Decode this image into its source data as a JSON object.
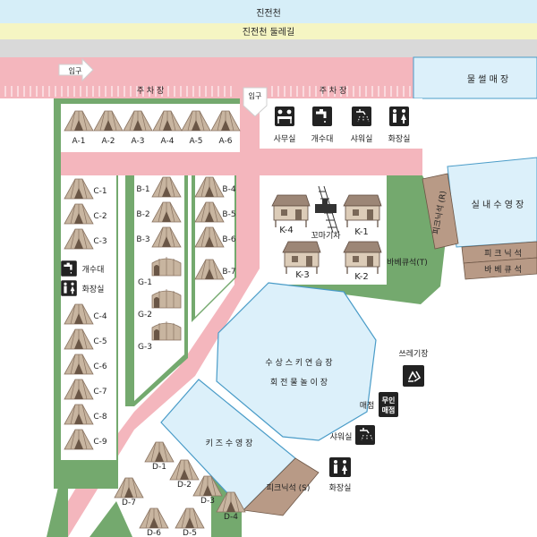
{
  "colors": {
    "river": "#d6eef8",
    "trail": "#f5f5c3",
    "road": "#f4b6bd",
    "grass": "#74a96e",
    "pool": "#dcf0fa",
    "pool_stroke": "#4a9cc8",
    "picnic": "#b89a86",
    "icon_bg": "#222222",
    "tent": "#c8b5a0",
    "tent_dark": "#6a5646"
  },
  "labels": {
    "river": "진전천",
    "trail": "진전천 둘레길",
    "entrance_1": "입구",
    "entrance_2": "입구",
    "parking_1": "주 차 장",
    "parking_2": "주 차 장",
    "water_play": "물 썰 매 장",
    "indoor_pool": "실 내 수 영 장",
    "picnic_r": "피크닉석 (R)",
    "picnic_1": "피 크 닉 석",
    "bbq_1": "바 베 큐 석",
    "bbq_t": "바베큐석(T)",
    "train": "꼬마기차",
    "water_ski": "수 상 스 키 연 습 장",
    "rotating": "회 전 물 놀 이 장",
    "kids_pool": "키 즈 수 영 장",
    "picnic_s": "피크닉석 (S)",
    "trash": "쓰레기장",
    "store": "매점",
    "store_icon": "무인\n매점",
    "shower_2": "샤워실",
    "restroom_2": "화장실"
  },
  "facilities": [
    {
      "id": "office",
      "label": "사무실",
      "icon": "office-icon"
    },
    {
      "id": "sink",
      "label": "개수대",
      "icon": "faucet-icon"
    },
    {
      "id": "shower",
      "label": "샤워실",
      "icon": "shower-icon"
    },
    {
      "id": "restroom",
      "label": "화장실",
      "icon": "restroom-icon"
    }
  ],
  "left_facilities": [
    {
      "id": "sink-left",
      "label": "개수대",
      "icon": "faucet-icon"
    },
    {
      "id": "restroom-left",
      "label": "화장실",
      "icon": "restroom-icon"
    }
  ],
  "sites": {
    "A": [
      "A-1",
      "A-2",
      "A-3",
      "A-4",
      "A-5",
      "A-6"
    ],
    "C": [
      "C-1",
      "C-2",
      "C-3",
      "C-4",
      "C-5",
      "C-6",
      "C-7",
      "C-8",
      "C-9"
    ],
    "B_left": [
      "B-1",
      "B-2",
      "B-3"
    ],
    "B_right": [
      "B-4",
      "B-5",
      "B-6",
      "B-7"
    ],
    "G": [
      "G-1",
      "G-2",
      "G-3"
    ],
    "K": [
      "K-4",
      "K-1",
      "K-3",
      "K-2"
    ],
    "D": [
      "D-1",
      "D-2",
      "D-3",
      "D-4",
      "D-5",
      "D-6",
      "D-7"
    ]
  }
}
